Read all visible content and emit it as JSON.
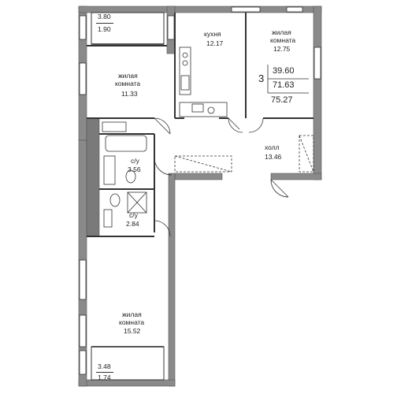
{
  "rooms": {
    "balcony_top": {
      "area_full": "3.80",
      "area_reduced": "1.90"
    },
    "living_1": {
      "name_line1": "жилая",
      "name_line2": "комната",
      "area": "11.33"
    },
    "kitchen": {
      "name": "кухня",
      "area": "12.17"
    },
    "living_2": {
      "name_line1": "жилая",
      "name_line2": "комната",
      "area": "12.75"
    },
    "hall": {
      "name": "холл",
      "area": "13.46"
    },
    "bath_1": {
      "name": "с/у",
      "area": "3.56"
    },
    "bath_2": {
      "name": "с/у",
      "area": "2.84"
    },
    "living_3": {
      "name_line1": "жилая",
      "name_line2": "комната",
      "area": "15.52"
    },
    "balcony_bottom": {
      "area_full": "3.48",
      "area_reduced": "1.74"
    }
  },
  "summary": {
    "room_count": "3",
    "living_area": "39.60",
    "total_area_excl_balcony": "71.63",
    "total_area": "75.27"
  },
  "colors": {
    "wall": "#8a8a8a",
    "wall_dark": "#6e6e6e",
    "line": "#333333",
    "window": "#ffffff"
  }
}
